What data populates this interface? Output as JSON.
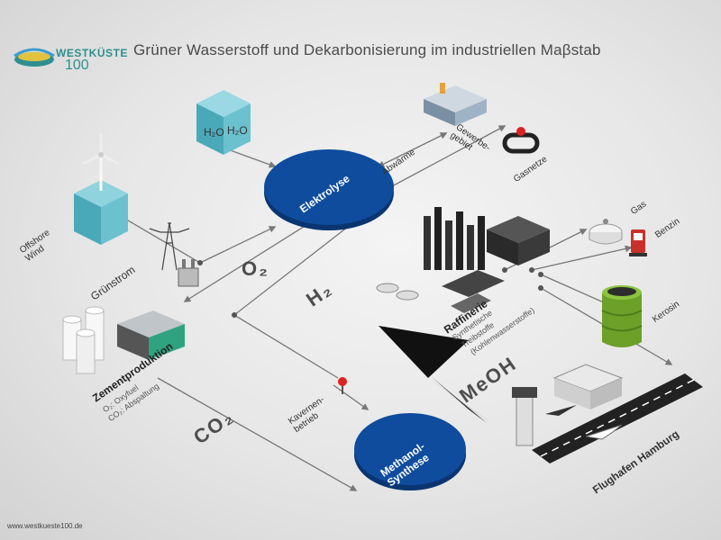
{
  "header": {
    "logo_word": "WESTKÜSTE",
    "logo_number": "100",
    "title": "Grüner Wasserstoff und Dekarbonisierung im industriellen Maβstab"
  },
  "labels": {
    "offshore_wind": "Offshore Wind",
    "h2o_1": "H₂O",
    "h2o_2": "H₂O",
    "gruenstrom": "Grünstrom",
    "elektrolyse": "Elektrolyse",
    "o2": "O₂",
    "h2": "H₂",
    "co2": "CO₂",
    "meoh": "MeOH",
    "abwaerme": "Abwärme",
    "gewerbegebiet": "Gewerbe-\ngebiet",
    "gasnetze": "Gasnetze",
    "gas": "Gas",
    "benzin": "Benzin",
    "kerosin": "Kerosin",
    "raffinerie": "Raffinerie",
    "raffinerie_sub1": "Synthetische",
    "raffinerie_sub2": "Treibstoffe",
    "raffinerie_sub3": "(Kohlenwasserstoffe)",
    "zement": "Zementproduktion",
    "zement_sub1": "O₂: Oxyfuel",
    "zement_sub2": "CO₂: Abspaltung",
    "kavernen": "Kavernen-\nbetrieb",
    "methanol": "Methanol-\nSynthese",
    "flughafen": "Flughafen Hamburg"
  },
  "footer": {
    "url": "www.westkueste100.de"
  },
  "colors": {
    "ellipse_blue": "#0f4c9e",
    "cube_teal": "#5bbccb",
    "barrel_green": "#6ca028",
    "line_gray": "#777777"
  }
}
